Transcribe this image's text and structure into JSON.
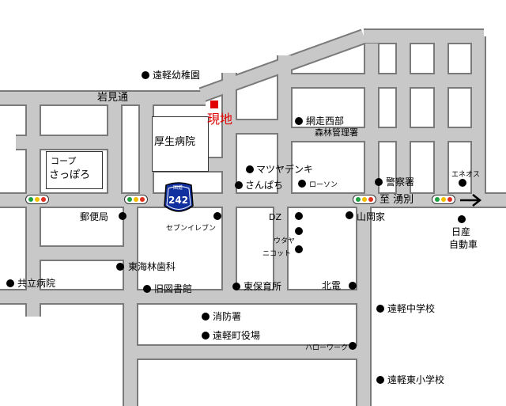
{
  "route": {
    "label": "国道",
    "number": "242"
  },
  "destination": {
    "text": "至 湧別"
  },
  "genchi": {
    "label": "現地",
    "color": "#e00000"
  },
  "landmarks": {
    "youchien": "遠軽幼稚園",
    "iwamidori": "岩見通",
    "koseibyoin": "厚生病院",
    "coop_1": "コープ",
    "coop_2": "さっぽろ",
    "abashiri_1": "網走西部",
    "abashiri_2": "森林管理署",
    "matsuya": "マツヤデンキ",
    "sanpachi": "さんぱち",
    "lawson": "ローソン",
    "keisatsu": "警察署",
    "eneos": "エネオス",
    "yubin": "郵便局",
    "seven": "セブンイレブン",
    "dz": "DZ",
    "yamaoka": "山岡家",
    "nissan_1": "日産",
    "nissan_2": "自動車",
    "utaya": "ウタヤ",
    "nicot": "ニコット",
    "tokai": "東海林歯科",
    "kyoritsu": "共立病院",
    "kyutosho": "旧図書館",
    "hoikusho": "東保育所",
    "hokuden": "北電",
    "chugakko": "遠軽中学校",
    "shobosho": "消防署",
    "yakuba": "遠軽町役場",
    "hellowork": "ハローワーク",
    "shogakko": "遠軽東小学校"
  },
  "colors": {
    "road": "#c8c8c8",
    "edge": "#7a7a7a",
    "light_red": "#e03020",
    "light_yellow": "#f0c000",
    "light_green": "#20a040",
    "shield": "#1030a0"
  }
}
